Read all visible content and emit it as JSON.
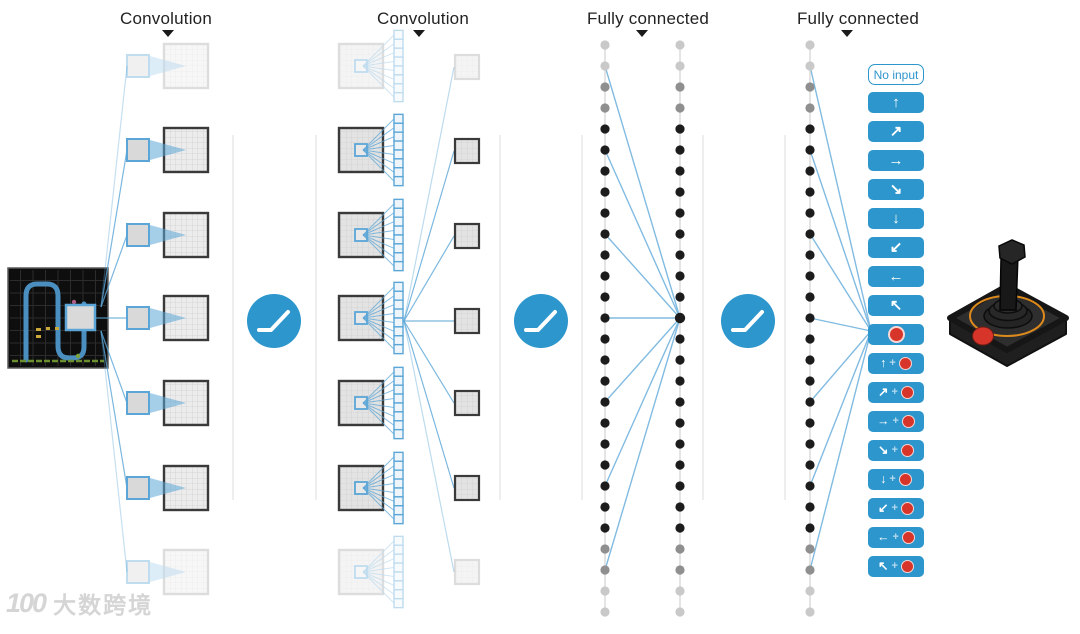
{
  "header": {
    "labels": [
      "Convolution",
      "Convolution",
      "Fully connected",
      "Fully connected"
    ]
  },
  "stages": {
    "conv1": {
      "feature_maps": 7,
      "faded_rows": [
        0,
        6
      ]
    },
    "conv2": {
      "feature_maps": 7,
      "kernel_stack_size": 8,
      "output_maps": 7,
      "faded_rows": [
        0,
        6
      ]
    },
    "fc1": {
      "columns": 2,
      "neurons_per_column": 28,
      "highlighted_neuron_index": 13
    },
    "fc2": {
      "columns": 1,
      "neurons_per_column": 28
    },
    "activation_icon_count": 3,
    "activation_icon": "relu-curve"
  },
  "actions": {
    "no_input_label": "No input",
    "plus": "+",
    "buttons": [
      {
        "kind": "no-input",
        "label": "No input",
        "dir": "no-input"
      },
      {
        "kind": "move",
        "glyph": "↑",
        "dir": "up"
      },
      {
        "kind": "move",
        "glyph": "↗",
        "dir": "up-right"
      },
      {
        "kind": "move",
        "glyph": "→",
        "dir": "right"
      },
      {
        "kind": "move",
        "glyph": "↘",
        "dir": "down-right"
      },
      {
        "kind": "move",
        "glyph": "↓",
        "dir": "down"
      },
      {
        "kind": "move",
        "glyph": "↙",
        "dir": "down-left"
      },
      {
        "kind": "move",
        "glyph": "←",
        "dir": "left"
      },
      {
        "kind": "move",
        "glyph": "↖",
        "dir": "up-left"
      },
      {
        "kind": "fire",
        "dir": "fire"
      },
      {
        "kind": "combo",
        "glyph": "↑",
        "dir": "up-fire"
      },
      {
        "kind": "combo",
        "glyph": "↗",
        "dir": "up-right-fire"
      },
      {
        "kind": "combo",
        "glyph": "→",
        "dir": "right-fire"
      },
      {
        "kind": "combo",
        "glyph": "↘",
        "dir": "down-right-fire"
      },
      {
        "kind": "combo",
        "glyph": "↓",
        "dir": "down-fire"
      },
      {
        "kind": "combo",
        "glyph": "↙",
        "dir": "down-left-fire"
      },
      {
        "kind": "combo",
        "glyph": "←",
        "dir": "left-fire"
      },
      {
        "kind": "combo",
        "glyph": "↖",
        "dir": "up-left-fire"
      }
    ]
  },
  "watermark": {
    "logo": "100",
    "text": "大数跨境"
  },
  "colors": {
    "accent_blue": "#2d96cc",
    "link_blue": "#5ba6d7",
    "fc_line_blue": "#74b4de",
    "fire_red": "#d8352a",
    "dot_black": "#1c1c1c",
    "dot_gray": "#8f8f8f",
    "dot_light": "#c9c9c9",
    "divider_gray": "#dcdcdc",
    "joystick_ring_orange": "#dd8a1c"
  }
}
